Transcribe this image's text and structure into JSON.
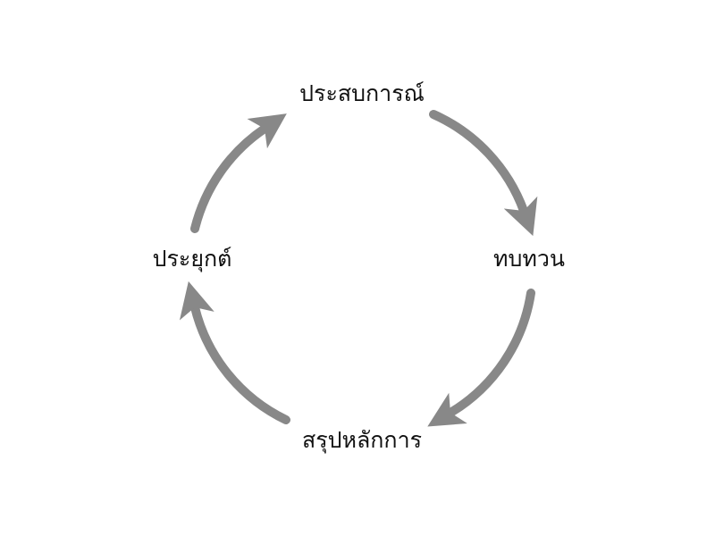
{
  "colors": {
    "arrow": "#888888",
    "text": "#111111"
  },
  "cycle": {
    "nodes": [
      {
        "label": "ประสบการณ์"
      },
      {
        "label": "ทบทวน"
      },
      {
        "label": "สรุปหลักการ"
      },
      {
        "label": "ประยุกต์"
      }
    ]
  }
}
